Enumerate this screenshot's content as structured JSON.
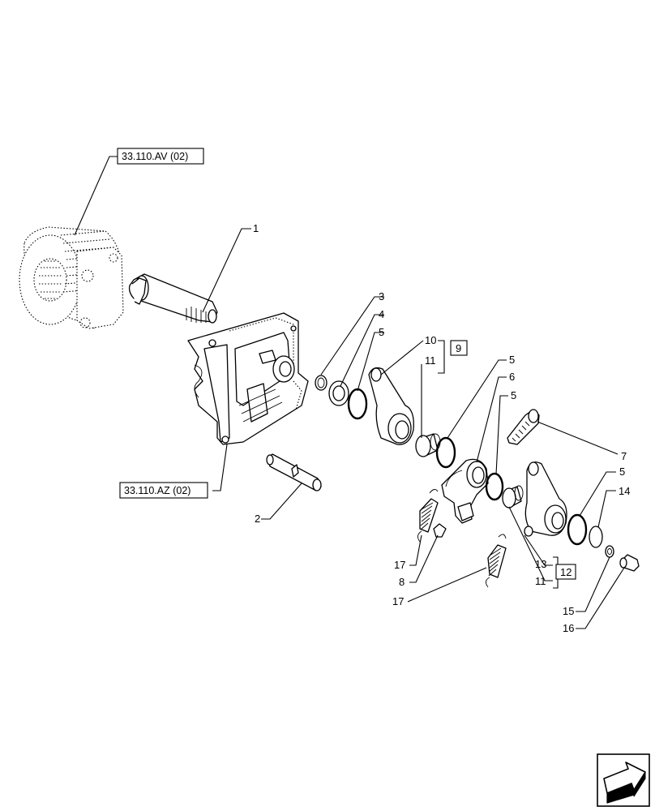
{
  "references": {
    "ref_top": "33.110.AV (02)",
    "ref_bottom": "33.110.AZ (02)"
  },
  "callouts": {
    "c1": "1",
    "c2": "2",
    "c3": "3",
    "c4": "4",
    "c5a": "5",
    "c10": "10",
    "c11a": "11",
    "c9": "9",
    "c5b": "5",
    "c6": "6",
    "c5c": "5",
    "c7": "7",
    "c5d": "5",
    "c14": "14",
    "c17a": "17",
    "c8": "8",
    "c17b": "17",
    "c13": "13",
    "c12": "12",
    "c11b": "11",
    "c15": "15",
    "c16": "16"
  },
  "icons": {
    "nav": "next-page-arrow-icon"
  }
}
